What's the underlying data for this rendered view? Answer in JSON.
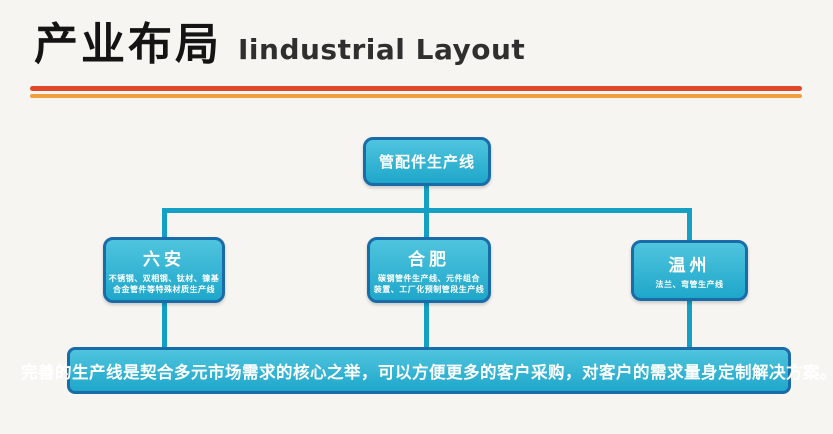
{
  "header": {
    "title_cn": "产业布局",
    "title_en": "Iindustrial Layout"
  },
  "diagram": {
    "root": {
      "label": "管配件生产线"
    },
    "children": [
      {
        "name": "六安",
        "desc_lines": [
          "不锈钢、双相钢、钛材、镍基",
          "合金管件等特殊材质生产线"
        ]
      },
      {
        "name": "合肥",
        "desc_lines": [
          "碳钢管件生产线、元件组合",
          "装置、工厂化预制管段生产线"
        ]
      },
      {
        "name": "温州",
        "desc_lines": [
          "法兰、弯管生产线"
        ]
      }
    ],
    "footer": "完善的生产线是契合多元市场需求的核心之举，可以方便更多的客户采购，对客户的需求量身定制解决方案。"
  },
  "colors": {
    "bg": "#f7f5f1",
    "title": "#141414",
    "rule_red": "#e0472b",
    "rule_orange": "#eea03c",
    "connector": "#13a0c4",
    "box_fill_top": "#4fc4de",
    "box_fill_bottom": "#1fa7ca",
    "box_border": "#1a6ca8"
  }
}
